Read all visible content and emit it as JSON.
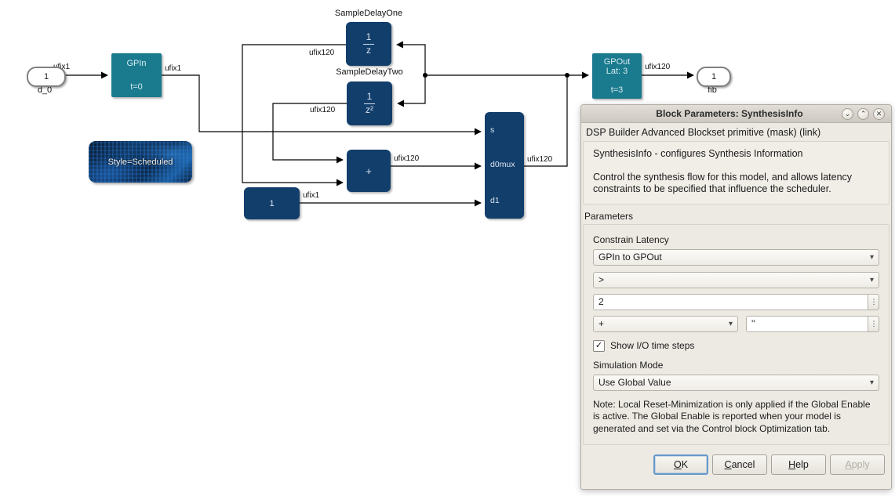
{
  "diagram": {
    "inport": {
      "id": "1",
      "label": "d_0"
    },
    "gpin": {
      "title": "GPIn",
      "timing": "t=0"
    },
    "sample_delay_one": {
      "name": "SampleDelayOne",
      "numerator": "1",
      "denominator": "z"
    },
    "sample_delay_two": {
      "name": "SampleDelayTwo",
      "numerator": "1",
      "denominator": "z²"
    },
    "adder": {
      "symbol": "+"
    },
    "constant": {
      "value": "1"
    },
    "mux": {
      "name": "mux",
      "ports": {
        "s": "s",
        "d0": "d0",
        "d1": "d1"
      }
    },
    "gpout": {
      "title": "GPOut",
      "latency": "Lat: 3",
      "timing": "t=3"
    },
    "outport": {
      "id": "1",
      "label": "fib"
    },
    "style_block": {
      "label": "Style=Scheduled"
    },
    "wire_labels": {
      "gpin_in": "ufix1",
      "gpin_out": "ufix1",
      "sd1_out": "ufix120",
      "sd2_out": "ufix120",
      "adder_out": "ufix120",
      "const_out": "ufix1",
      "mux_out": "ufix120",
      "gpout_out": "ufix120"
    }
  },
  "dialog": {
    "title": "Block Parameters: SynthesisInfo",
    "subtitle": "DSP Builder Advanced Blockset primitive (mask) (link)",
    "description_1": "SynthesisInfo - configures Synthesis Information",
    "description_2": "Control the synthesis flow for this model, and allows latency constraints to be specified that influence the scheduler.",
    "parameters_heading": "Parameters",
    "constrain_latency": {
      "label": "Constrain Latency",
      "value": "GPIn to GPOut"
    },
    "operator": {
      "value": ">"
    },
    "latency_steps": {
      "value": "2"
    },
    "combine": {
      "value": "+"
    },
    "suffix": {
      "value": "''"
    },
    "show_io": {
      "label": "Show I/O time steps",
      "checked": true
    },
    "simulation_mode": {
      "label": "Simulation Mode",
      "value": "Use Global Value"
    },
    "note": "Note: Local Reset-Minimization is only applied if the Global Enable is active. The Global Enable is reported when your model is generated and set via the Control block Optimization tab.",
    "buttons": {
      "ok": "OK",
      "cancel": "Cancel",
      "help": "Help",
      "apply": "Apply"
    }
  },
  "icons": {
    "dropdown": "▾",
    "spinner": "⋮",
    "check": "✓",
    "window_shade": "⌄",
    "window_unshade": "⌃",
    "window_close": "✕"
  },
  "colors": {
    "block_teal": "#1a7a8e",
    "block_navy": "#123e6b",
    "dialog_bg": "#edeae3",
    "focus_blue": "#6699cc"
  }
}
